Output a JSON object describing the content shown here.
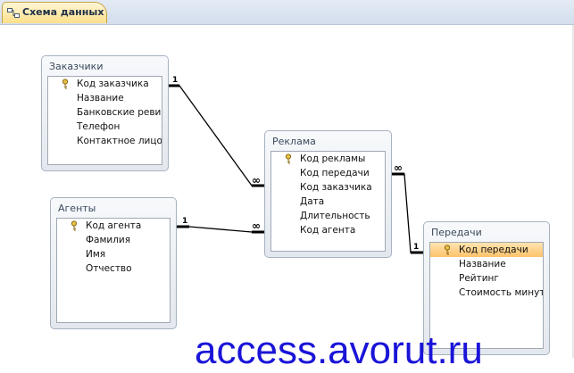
{
  "tab": {
    "title": "Схема данных",
    "icon": "relationships-icon"
  },
  "tables": [
    {
      "title": "Заказчики",
      "fields": [
        "Код заказчика",
        "Название",
        "Банковские ревиз",
        "Телефон",
        "Контактное лицо"
      ]
    },
    {
      "title": "Агенты",
      "fields": [
        "Код агента",
        "Фамилия",
        "Имя",
        "Отчество"
      ]
    },
    {
      "title": "Реклама",
      "fields": [
        "Код рекламы",
        "Код передачи",
        "Код заказчика",
        "Дата",
        "Длительность",
        "Код агента"
      ]
    },
    {
      "title": "Передачи",
      "fields": [
        "Код передачи",
        "Название",
        "Рейтинг",
        "Стоимость минуты"
      ]
    }
  ],
  "relationships": [
    {
      "one": "1",
      "many": "∞"
    },
    {
      "one": "1",
      "many": "∞"
    },
    {
      "one": "1",
      "many": "∞"
    }
  ],
  "watermark": "access.avorut.ru",
  "colors": {
    "accent_tab": "#ffe08a",
    "selected_field": "#fcc36b",
    "watermark": "#1a14d8"
  }
}
